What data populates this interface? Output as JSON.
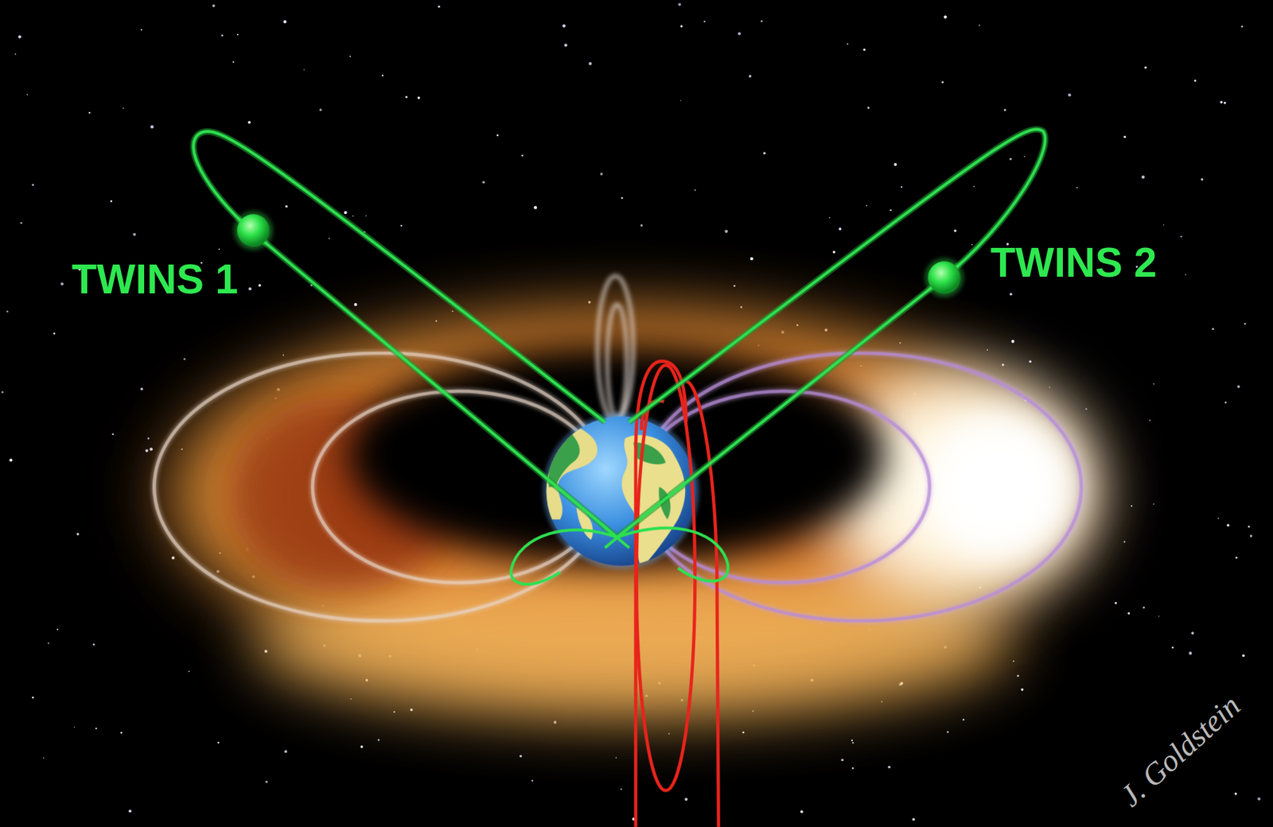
{
  "diagram": {
    "labels": [
      "TWINS 1",
      "TWINS 2",
      "J. Goldstein"
    ]
  }
}
